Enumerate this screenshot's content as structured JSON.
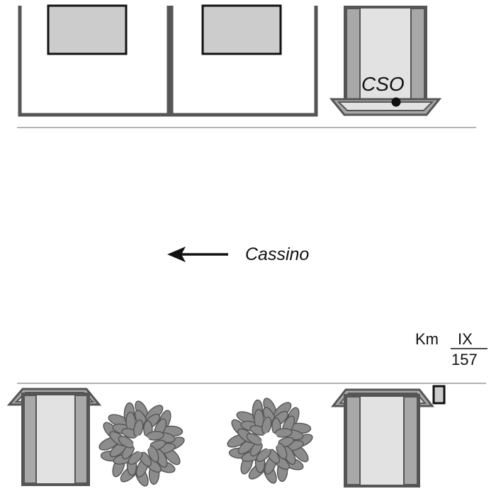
{
  "labels": {
    "station_code": "CSO",
    "direction": "Cassino",
    "km_prefix": "Km",
    "km_top": "IX",
    "km_bottom": "157"
  },
  "icons": {
    "direction_arrow": "arrow-left-icon",
    "station_marker": "dot-icon",
    "milestone": "milestone-post-icon",
    "shrub": "shrub-icon"
  },
  "colors": {
    "stroke": "#555555",
    "pillar_fill": "#e2e2e2",
    "pillar_side": "#a8a8a8",
    "box_fill": "#cccccc",
    "shrub_fill": "#8c8c8c",
    "line": "#888888",
    "ink": "#111111"
  }
}
